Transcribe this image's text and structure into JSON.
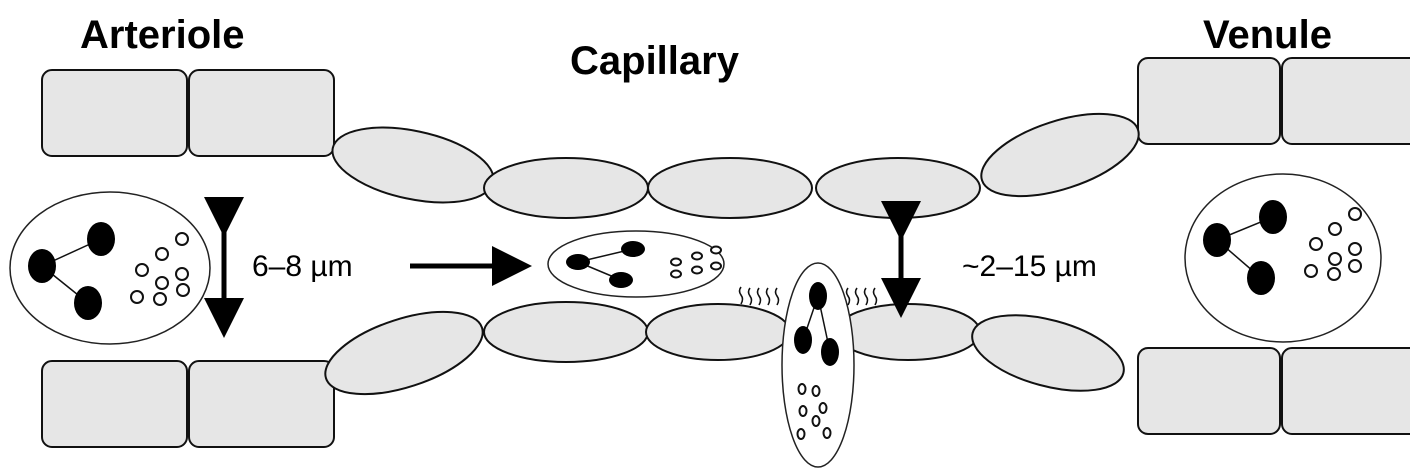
{
  "labels": {
    "arteriole": "Arteriole",
    "capillary": "Capillary",
    "venule": "Venule",
    "arteriole_diameter": "6–8 µm",
    "capillary_diameter": "~2–15 µm"
  },
  "colors": {
    "cell_fill": "#e6e6e6",
    "outline": "#111111",
    "nucleus": "#000000"
  }
}
